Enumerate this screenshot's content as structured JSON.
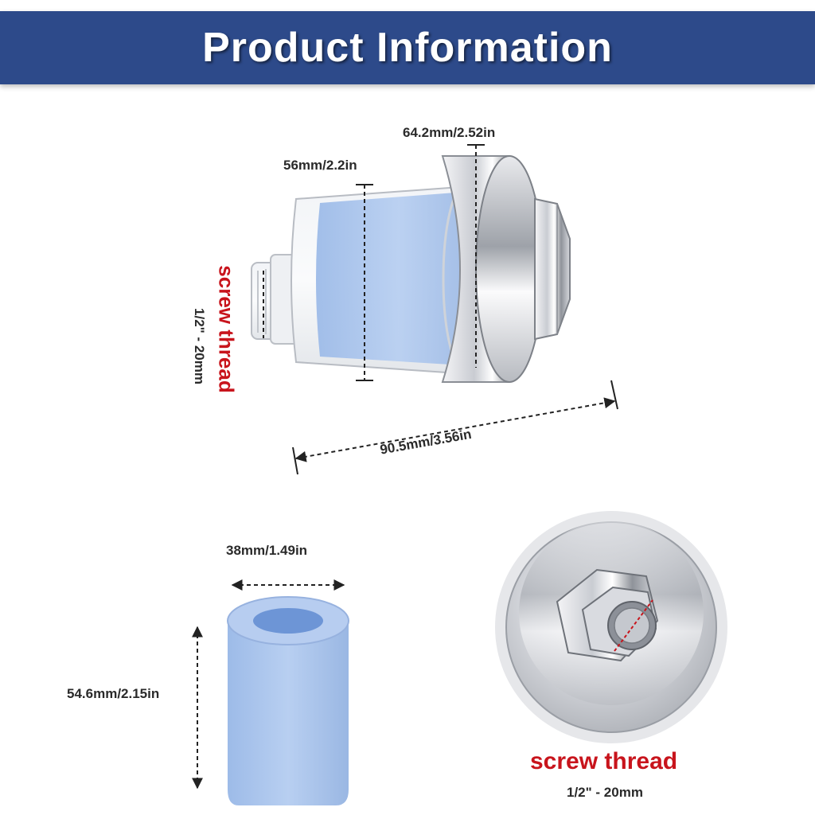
{
  "banner": {
    "title": "Product Information",
    "color": "#2d4a8a"
  },
  "filter": {
    "height_label": "56mm/2.2in",
    "diameter_label": "64.2mm/2.52in",
    "length_label": "90.5mm/3.56in",
    "thread_title": "screw thread",
    "thread_size": "1/2\" - 20mm"
  },
  "cartridge": {
    "width_label": "38mm/1.49in",
    "height_label": "54.6mm/2.15in",
    "color": "#a9c4ec"
  },
  "closeup": {
    "thread_title": "screw thread",
    "thread_size": "1/2\" - 20mm"
  }
}
